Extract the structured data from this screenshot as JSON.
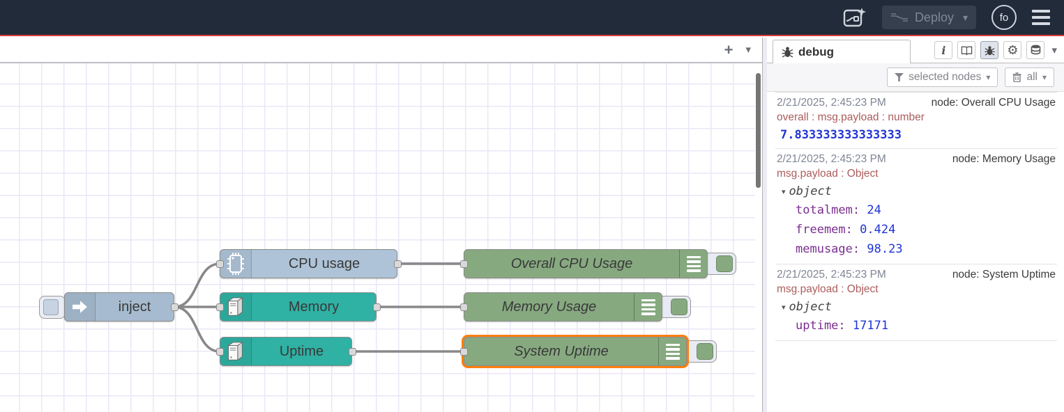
{
  "header": {
    "deploy_label": "Deploy",
    "avatar_initials": "fo"
  },
  "workspace": {
    "add_tab_label": "+",
    "tab_menu_caret": "▾"
  },
  "flow": {
    "nodes": [
      {
        "id": "inject",
        "type": "inject",
        "label": "inject",
        "color": "#a6bbcf"
      },
      {
        "id": "cpu",
        "type": "cpu",
        "label": "CPU usage",
        "color": "#aec3d7"
      },
      {
        "id": "memory",
        "type": "os",
        "label": "Memory",
        "color": "#2fb1a4"
      },
      {
        "id": "uptime",
        "type": "os",
        "label": "Uptime",
        "color": "#2fb1a4"
      },
      {
        "id": "ocpu",
        "type": "debug",
        "label": "Overall CPU Usage",
        "color": "#87a980"
      },
      {
        "id": "musage",
        "type": "debug",
        "label": "Memory Usage",
        "color": "#87a980"
      },
      {
        "id": "suptime",
        "type": "debug",
        "label": "System Uptime",
        "color": "#87a980",
        "selected": true
      }
    ],
    "selection_color": "#ff7f0e"
  },
  "sidebar": {
    "tab_label": "debug",
    "toolbar": {
      "filter_label": "selected nodes",
      "clear_label": "all",
      "caret": "▾"
    },
    "messages": [
      {
        "timestamp": "2/21/2025, 2:45:23 PM",
        "node": "node: Overall CPU Usage",
        "path": "overall : msg.payload : number",
        "value": "7.833333333333333"
      },
      {
        "timestamp": "2/21/2025, 2:45:23 PM",
        "node": "node: Memory Usage",
        "path": "msg.payload : Object",
        "object_caret": "▾",
        "object_label": "object",
        "rows": [
          {
            "key": "totalmem:",
            "value": "24"
          },
          {
            "key": "freemem:",
            "value": "0.424"
          },
          {
            "key": "memusage:",
            "value": "98.23"
          }
        ]
      },
      {
        "timestamp": "2/21/2025, 2:45:23 PM",
        "node": "node: System Uptime",
        "path": "msg.payload : Object",
        "object_caret": "▾",
        "object_label": "object",
        "rows": [
          {
            "key": "uptime:",
            "value": "17171"
          }
        ]
      }
    ]
  },
  "icons": {
    "caret_down": "▾",
    "info": "i",
    "gear": "⚙"
  },
  "colors": {
    "header_bg": "#212b3a",
    "header_accent_line": "#dd3b3b",
    "node_inject": "#a6bbcf",
    "node_cpu": "#aec3d7",
    "node_os_teal": "#2fb1a4",
    "node_debug_green": "#87a980",
    "selection_orange": "#ff7f0e",
    "debug_key_purple": "#792e90",
    "debug_value_blue": "#2033d6",
    "debug_path_red": "#ab5c5c"
  }
}
